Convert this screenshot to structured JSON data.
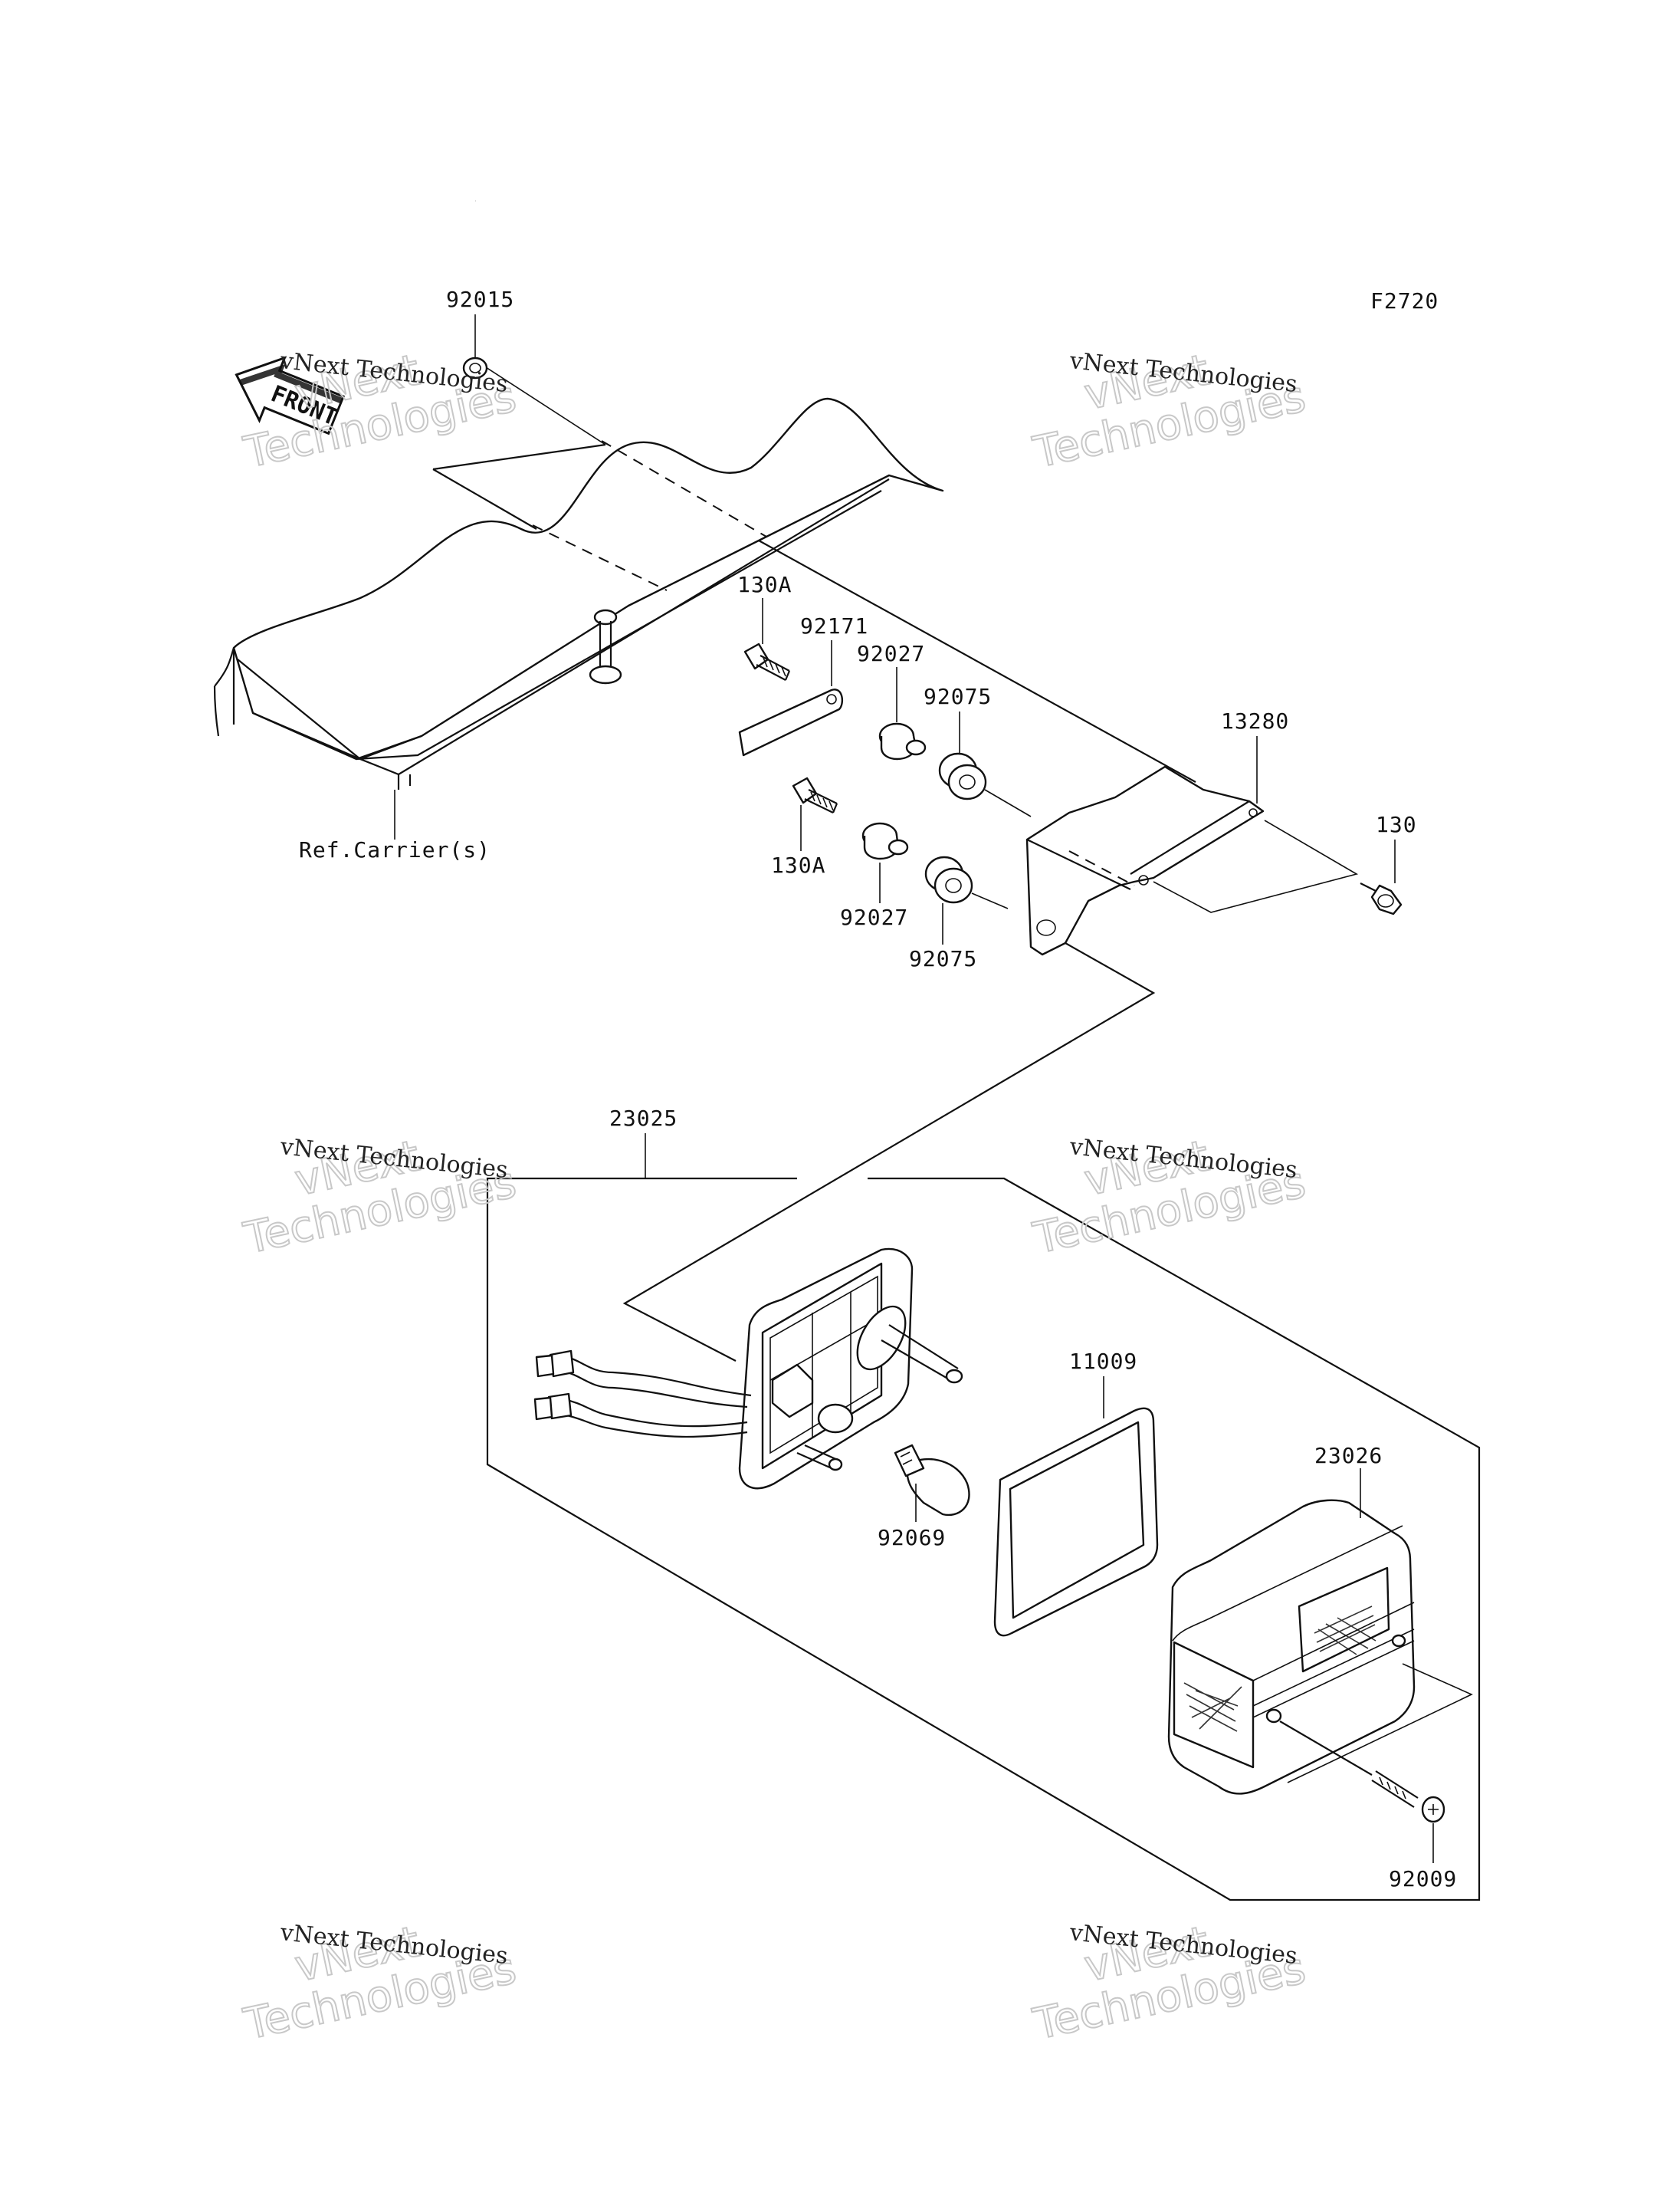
{
  "diagram": {
    "code": "F2720",
    "direction_label": "FRONT",
    "reference_label": "Ref.Carrier(s)",
    "watermark_small": "vNext Technologies",
    "watermark_large_1": "vNext",
    "watermark_large_2": "Technologies",
    "callouts": [
      {
        "id": "c92015",
        "label": "92015"
      },
      {
        "id": "c130A_top",
        "label": "130A"
      },
      {
        "id": "c92171",
        "label": "92171"
      },
      {
        "id": "c92027_top",
        "label": "92027"
      },
      {
        "id": "c92075_top",
        "label": "92075"
      },
      {
        "id": "c13280",
        "label": "13280"
      },
      {
        "id": "c130",
        "label": "130"
      },
      {
        "id": "c130A_bot",
        "label": "130A"
      },
      {
        "id": "c92027_bot",
        "label": "92027"
      },
      {
        "id": "c92075_bot",
        "label": "92075"
      },
      {
        "id": "c23025",
        "label": "23025"
      },
      {
        "id": "c11009",
        "label": "11009"
      },
      {
        "id": "c23026",
        "label": "23026"
      },
      {
        "id": "c92069",
        "label": "92069"
      },
      {
        "id": "c92009",
        "label": "92009"
      }
    ]
  }
}
